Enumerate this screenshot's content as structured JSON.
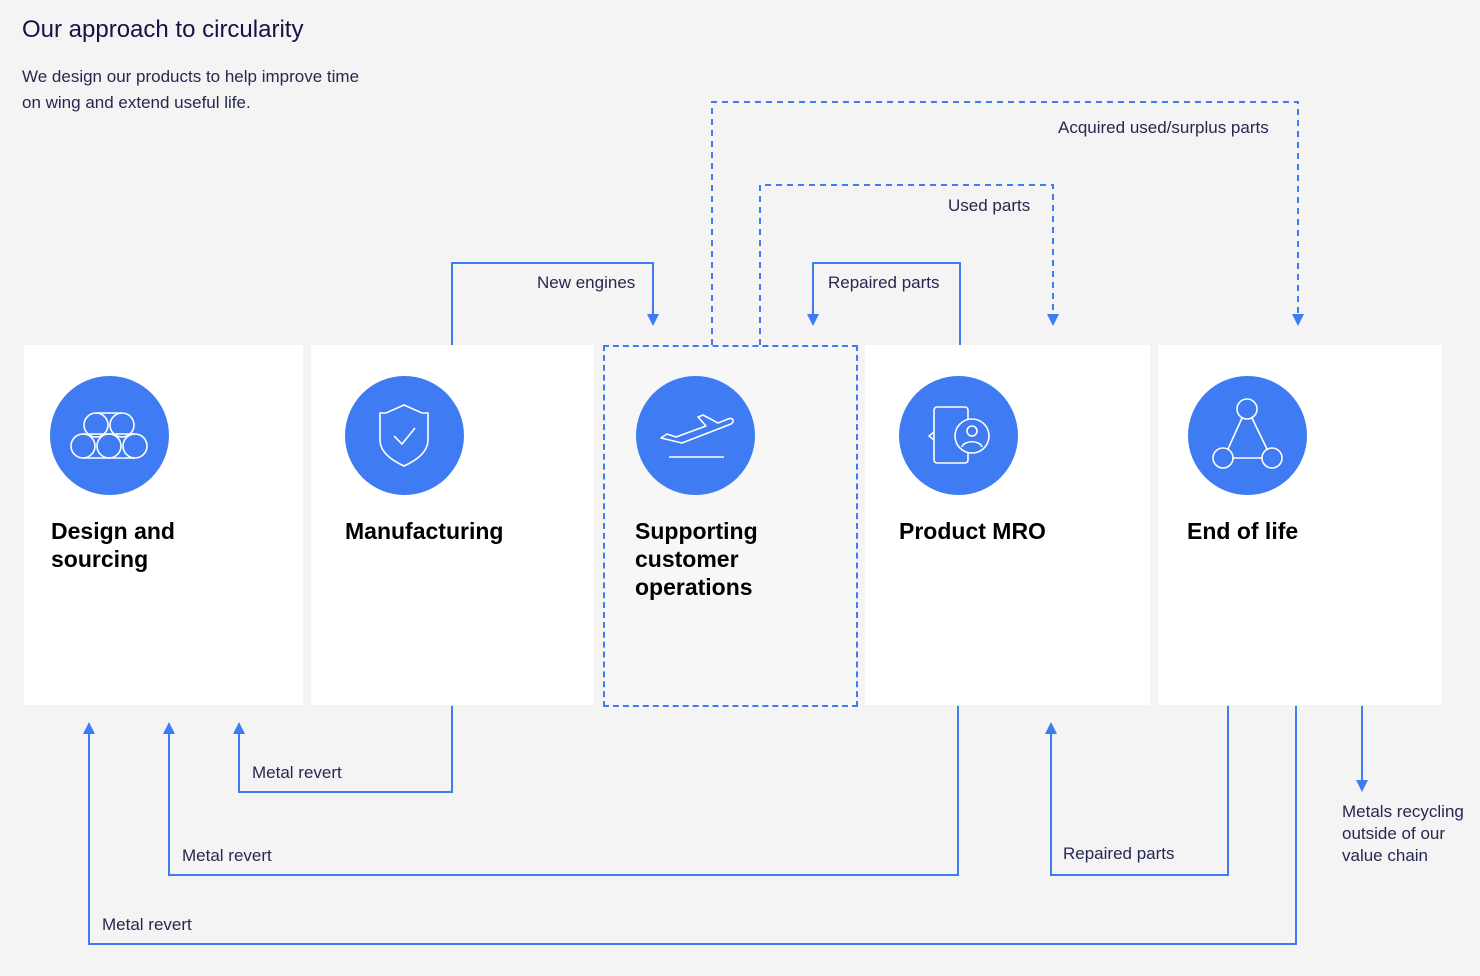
{
  "title": "Our approach to circularity",
  "subtitle": "We design our products to help improve time on wing and extend useful life.",
  "colors": {
    "accent": "#3f7bf2",
    "text": "#121446",
    "background": "#f4f4f4"
  },
  "stages": [
    {
      "label": "Design and\nsourcing",
      "icon": "materials-icon"
    },
    {
      "label": "Manufacturing",
      "icon": "shield-check-icon"
    },
    {
      "label": "Supporting\ncustomer\noperations",
      "icon": "airplane-takeoff-icon"
    },
    {
      "label": "Product MRO",
      "icon": "phone-person-icon"
    },
    {
      "label": "End of life",
      "icon": "network-triangle-icon"
    }
  ],
  "flows": {
    "new_engines": "New engines",
    "repaired_parts_top": "Repaired parts",
    "used_parts": "Used parts",
    "acquired_parts": "Acquired used/surplus parts",
    "metal_revert_1": "Metal revert",
    "metal_revert_2": "Metal revert",
    "metal_revert_3": "Metal revert",
    "repaired_parts_bottom": "Repaired parts",
    "metals_recycling": "Metals recycling outside of our value chain"
  }
}
